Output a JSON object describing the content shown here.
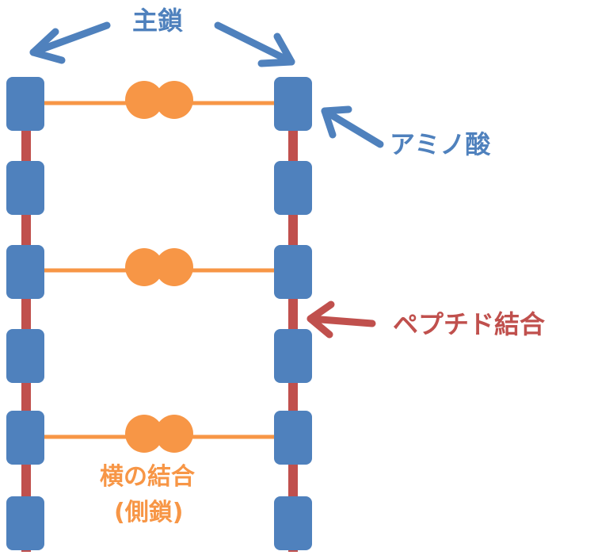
{
  "labels": {
    "main_chain": "主鎖",
    "amino_acid": "アミノ酸",
    "peptide_bond": "ペプチド結合",
    "cross_bond": "横の結合",
    "side_chain": "(側鎖)"
  },
  "colors": {
    "amino_block": "#4f81bd",
    "peptide_link": "#c0504d",
    "cross_link": "#f79646",
    "main_label": "#4f81bd",
    "peptide_label": "#c0504d",
    "side_label": "#f79646"
  },
  "structure": {
    "chains": 2,
    "amino_acids_per_chain": 6,
    "cross_links": 3
  }
}
